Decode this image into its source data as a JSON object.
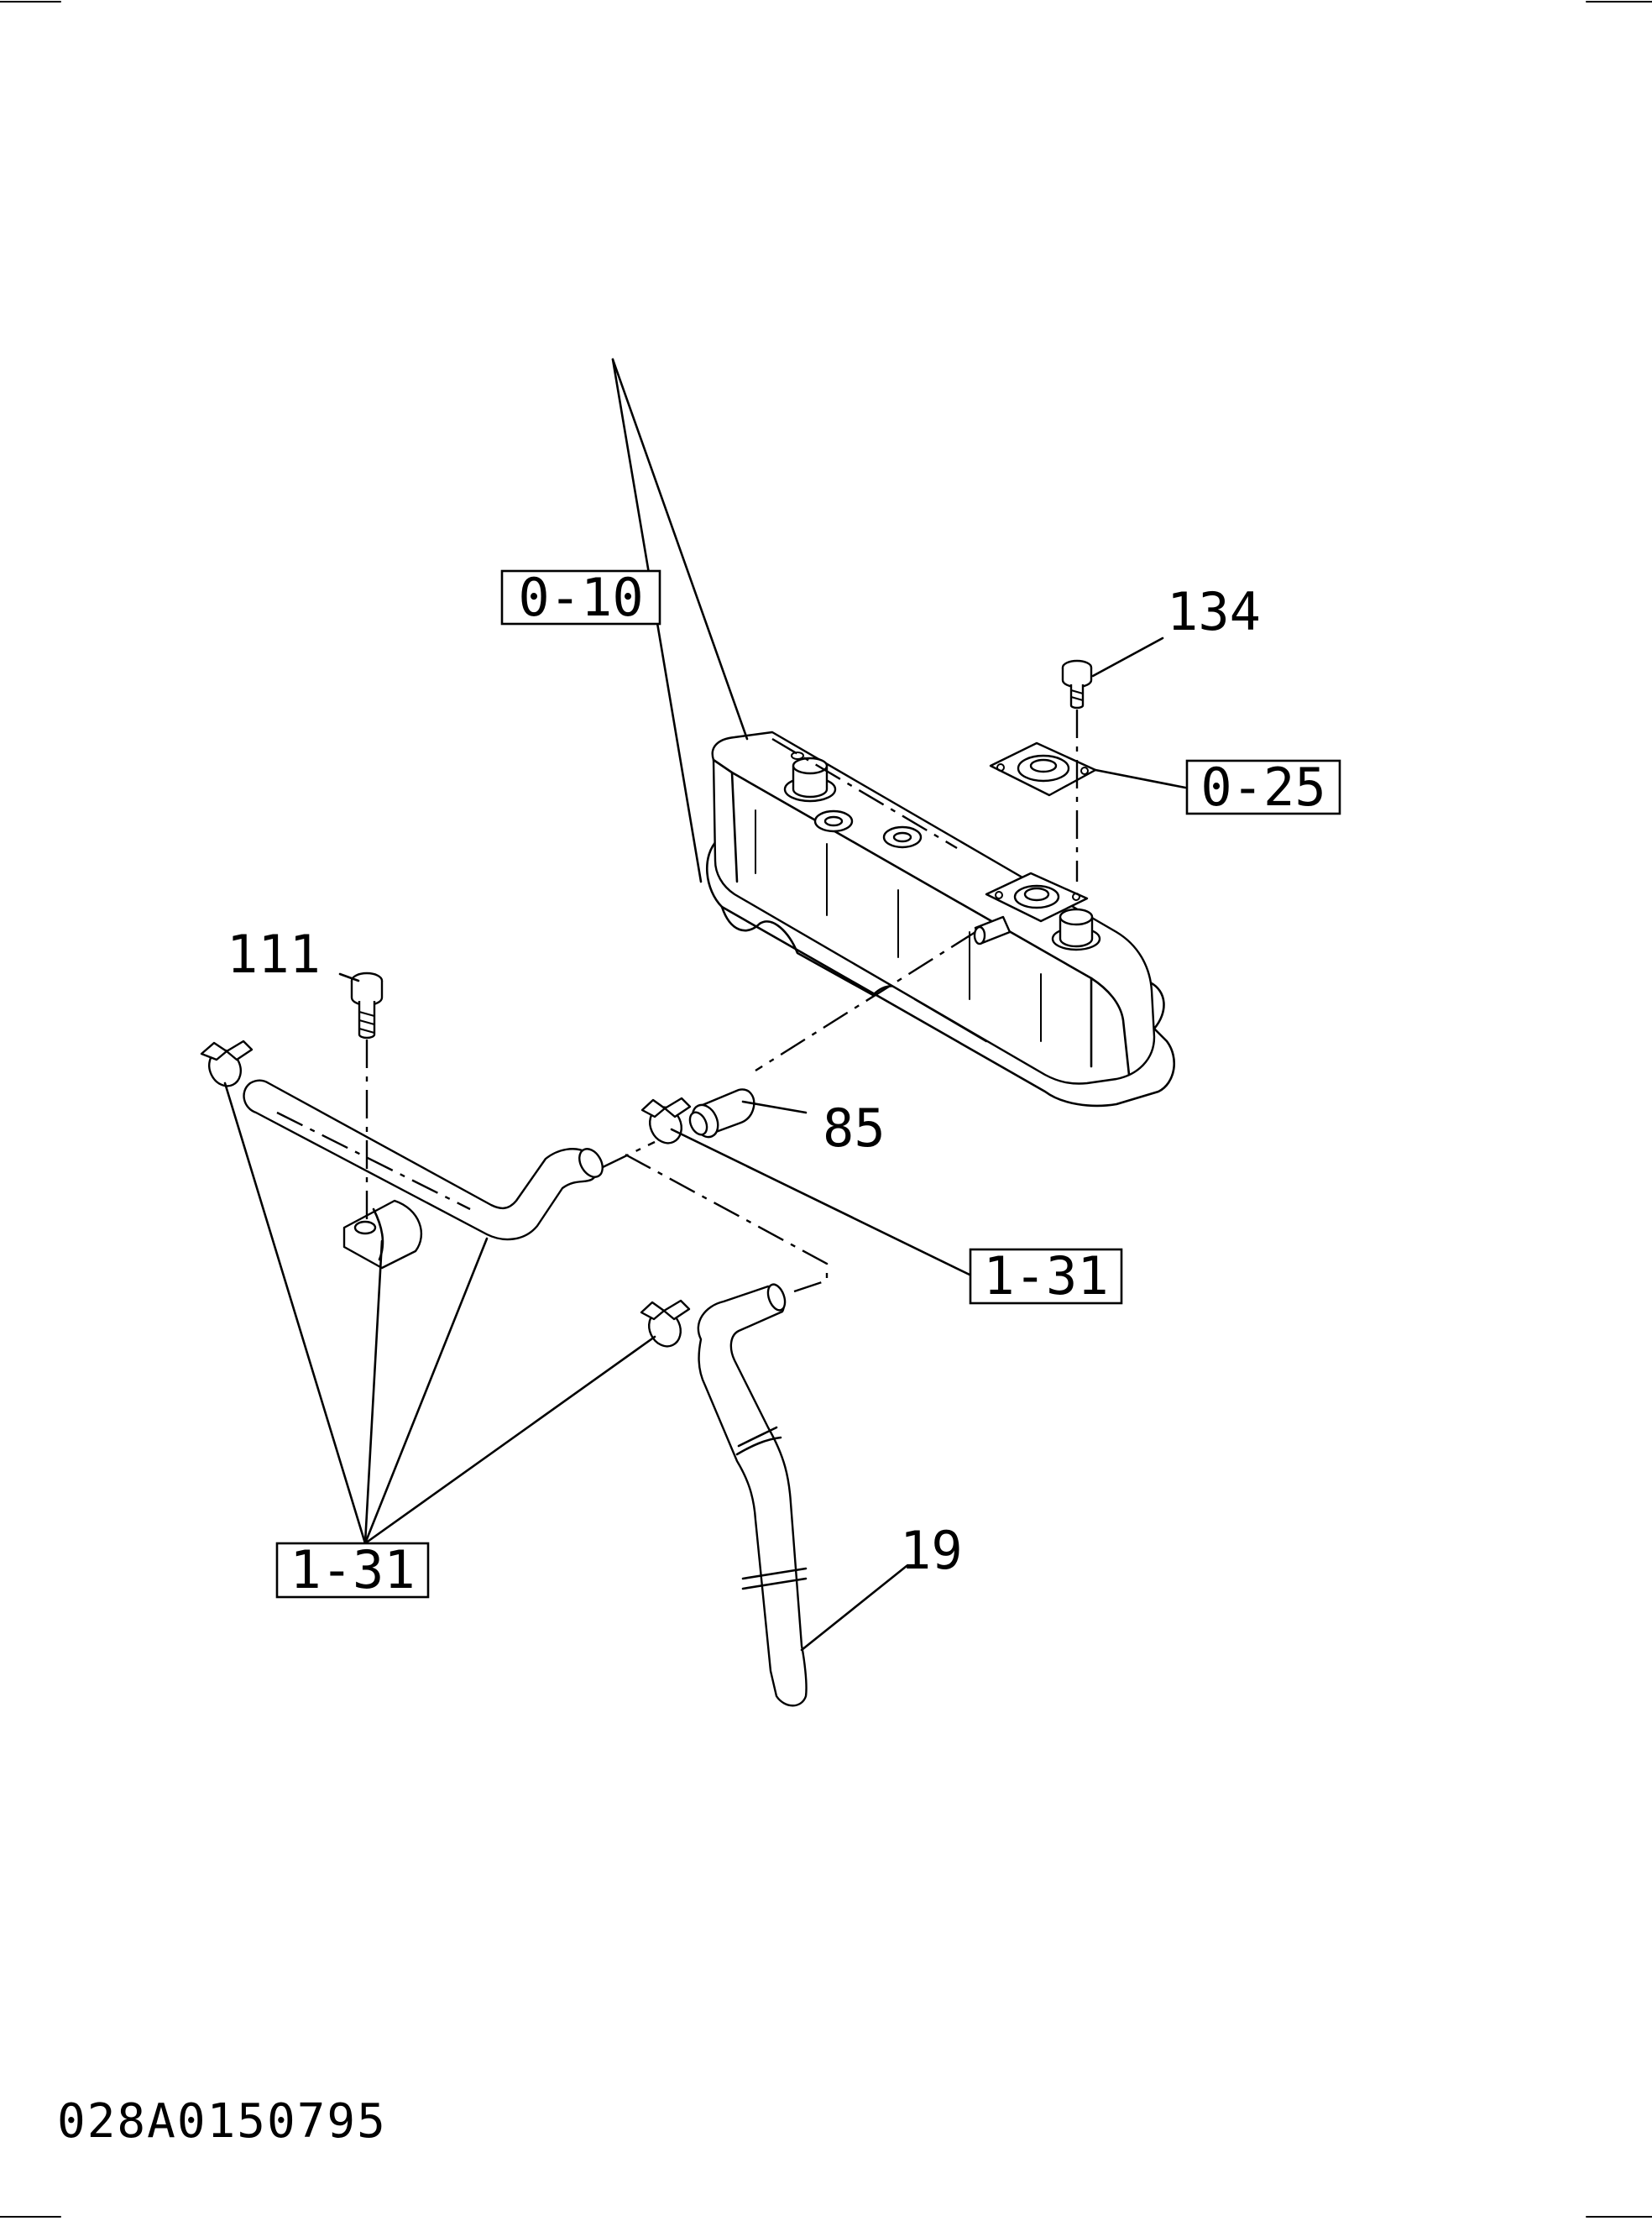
{
  "callouts": {
    "ref_top": "0-10",
    "ref_cap": "0-25",
    "ref_clip_right": "1-31",
    "ref_clip_left": "1-31",
    "part_134": "134",
    "part_111": "111",
    "part_85": "85",
    "part_19": "19"
  },
  "drawing_code": "028A0150795"
}
